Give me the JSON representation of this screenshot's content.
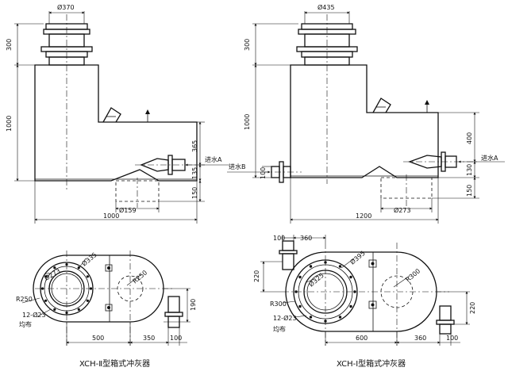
{
  "left": {
    "elevation": {
      "dim_top_dia": "Ø370",
      "dim_height_top": "300",
      "dim_height_main": "1000",
      "dim_365": "365",
      "dim_135": "135",
      "dim_150": "150",
      "dim_width": "1000",
      "dim_outlet_dia": "Ø159",
      "water_in_a": "进水A"
    },
    "plan": {
      "dim_273": "Ø273",
      "dim_335": "Ø335",
      "dim_r250_left": "R250",
      "dim_r250_right": "R250",
      "dim_holes": "12-Ø23",
      "even": "均布",
      "dim_190": "190",
      "dim_500": "500",
      "dim_350": "350",
      "dim_100": "100"
    },
    "caption": "XCH-Ⅱ型箱式冲灰器"
  },
  "right": {
    "elevation": {
      "dim_top_dia": "Ø435",
      "dim_height_top": "300",
      "dim_height_main": "1000",
      "dim_400": "400",
      "dim_130": "130",
      "dim_150": "150",
      "dim_100": "100",
      "dim_width": "1200",
      "dim_outlet_dia": "Ø273",
      "water_in_a": "进水A",
      "water_in_b": "进水B"
    },
    "plan": {
      "dim_100": "100",
      "dim_360_top": "360",
      "dim_220_left": "220",
      "dim_325": "Ø325",
      "dim_395": "Ø395",
      "dim_r300_left": "R300",
      "dim_r300_right": "R300",
      "dim_holes": "12-Ø23",
      "even": "均布",
      "dim_220_right": "220",
      "dim_600": "600",
      "dim_360_bottom": "360",
      "dim_100_bottom": "100"
    },
    "caption": "XCH-Ⅰ型箱式冲灰器"
  }
}
